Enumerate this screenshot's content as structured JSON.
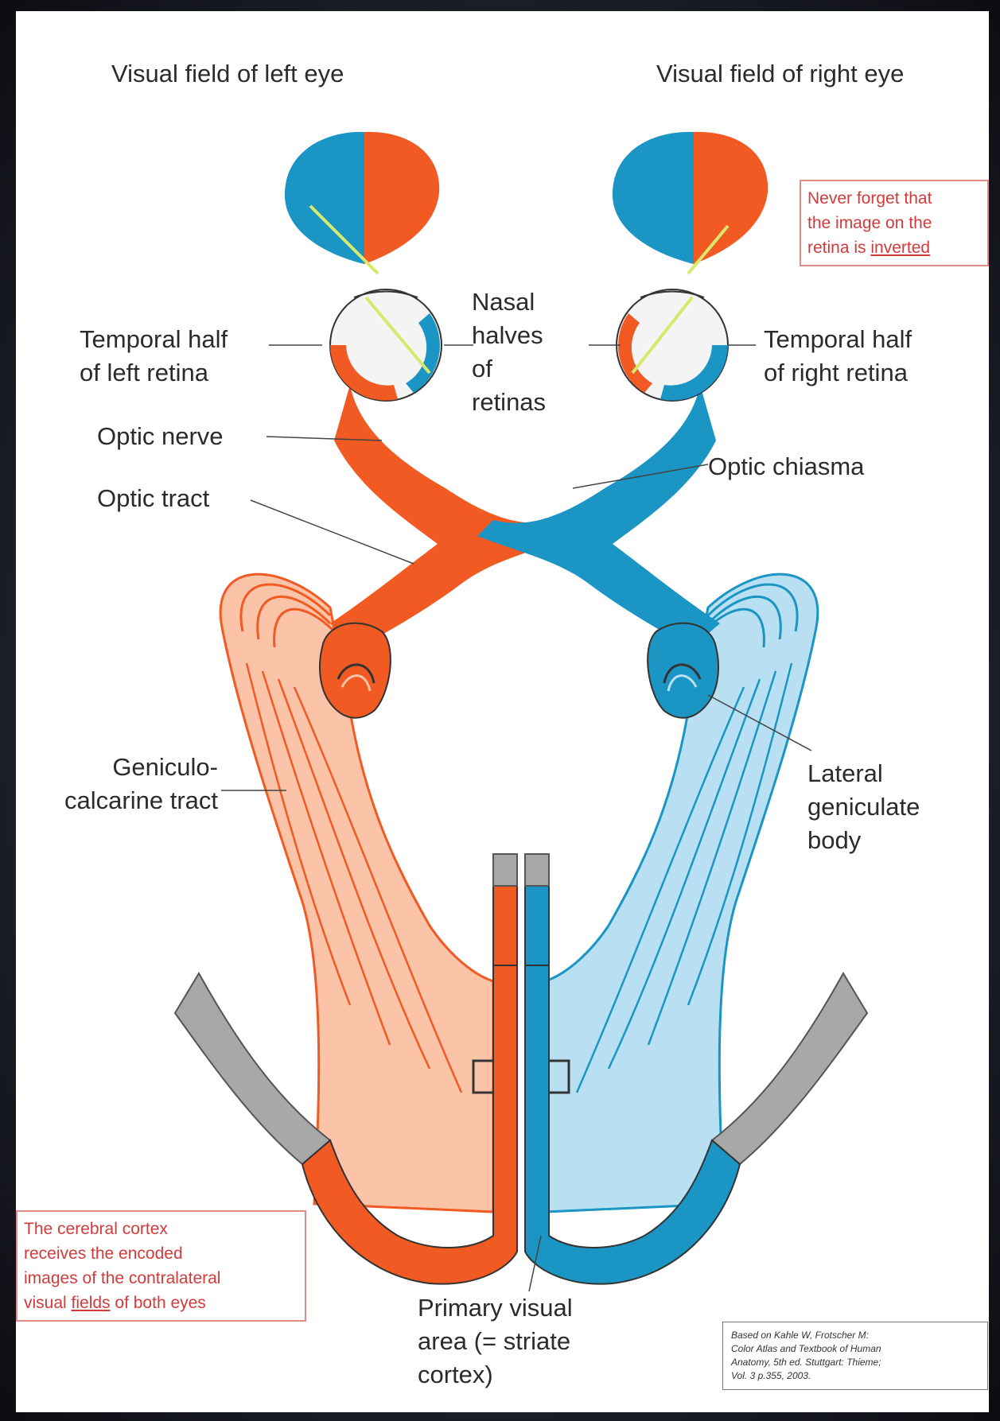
{
  "labels": {
    "left_field": "Visual field of left eye",
    "right_field": "Visual field of right eye",
    "temporal_left": [
      "Temporal half",
      "of left retina"
    ],
    "nasal": [
      "Nasal",
      "halves",
      "of",
      "retinas"
    ],
    "temporal_right": [
      "Temporal half",
      "of right retina"
    ],
    "optic_nerve": "Optic nerve",
    "optic_chiasma": "Optic chiasma",
    "optic_tract": "Optic tract",
    "geniculo": [
      "Geniculo-",
      "calcarine tract"
    ],
    "lgb": [
      "Lateral",
      "geniculate",
      "body"
    ],
    "primary": [
      "Primary visual",
      "area (= striate",
      "cortex)"
    ]
  },
  "notes": {
    "inverted_pre": [
      "Never forget that",
      "the image on the",
      "retina is "
    ],
    "inverted_word": "inverted",
    "cortex_lines": [
      "The cerebral cortex",
      "receives the encoded",
      "images of the contralateral"
    ],
    "cortex_last_pre": "visual ",
    "cortex_last_word": "fields",
    "cortex_last_post": " of both eyes"
  },
  "credit": [
    "Based on Kahle W, Frotscher M:",
    "Color Atlas and Textbook of Human",
    "Anatomy, 5th ed. Stuttgart: Thieme;",
    "Vol. 3 p.355, 2003."
  ],
  "colors": {
    "orange": "#f15a22",
    "orange_light": "#f7a47c",
    "orange_pale": "#fbc3a8",
    "blue": "#1a95c4",
    "blue_light": "#7cc6e6",
    "blue_pale": "#b9e0f2",
    "gray": "#a8a8a8",
    "note_red": "#d23b3b"
  }
}
